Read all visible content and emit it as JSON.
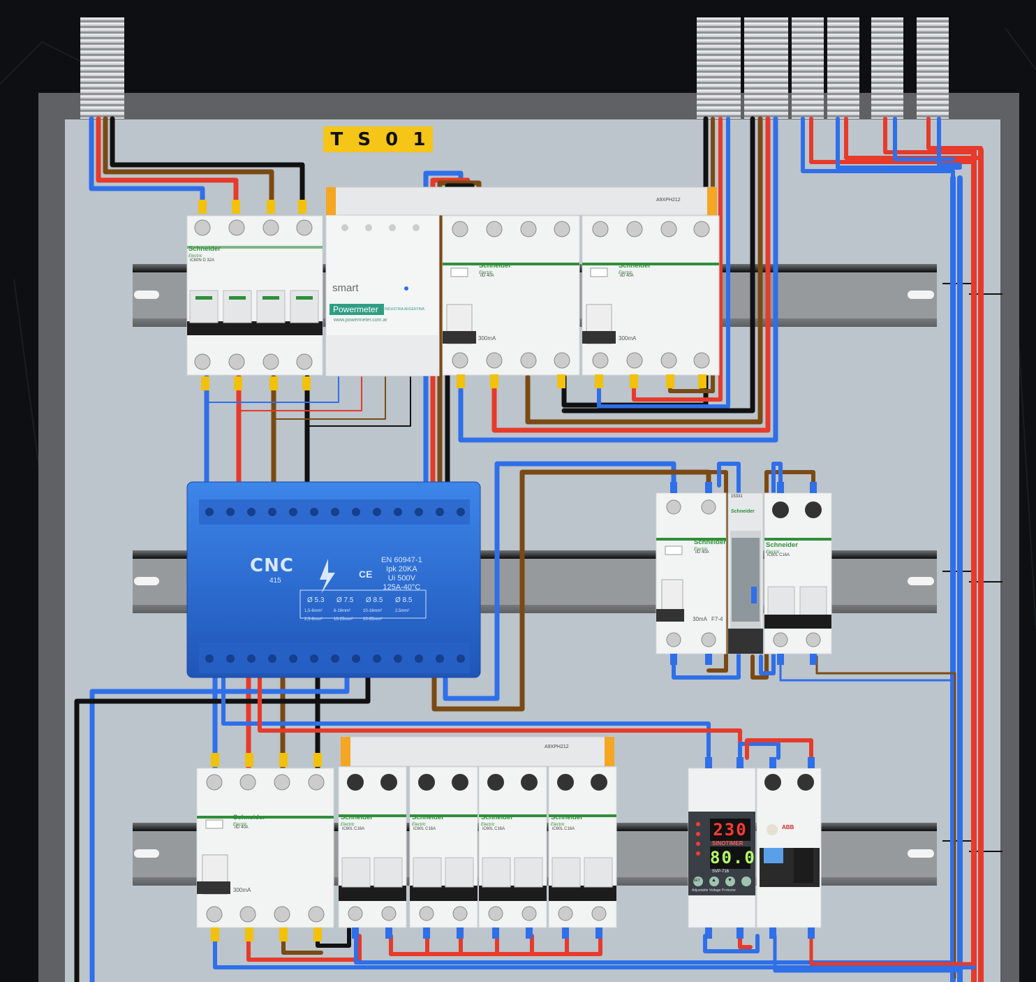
{
  "panel_tag": [
    "T",
    "S",
    "0",
    "1"
  ],
  "colors": {
    "live": "#e63a2b",
    "neutral": "#2f6fe8",
    "phase_brown": "#7a4a14",
    "phase_black": "#111111",
    "enclosure": "#5f6165",
    "backplate": "#bcc4cc",
    "din_rail": "#8a8d90",
    "ferrule": "#f2c10b",
    "cnc_blue": "#2d6fd4",
    "brand_green": "#2f8f3a"
  },
  "row1": {
    "main_breaker": {
      "brand": "Schneider",
      "sub": "Electric",
      "model": "iC60N  D 32A"
    },
    "powermeter": {
      "smart": "smart",
      "name": "Powermeter",
      "origin": "INDUSTRIA ARGENTINA",
      "url": "www.powermeter.com.ar"
    },
    "rcd1": {
      "brand": "Schneider",
      "sub": "Electric",
      "model": "iID  40A",
      "rating": "300mA"
    },
    "rcd2": {
      "brand": "Schneider",
      "sub": "Electric",
      "model": "iID  40A",
      "rating": "300mA"
    },
    "comb_label": "A9XPH212"
  },
  "row2": {
    "distribution_block": {
      "logo": "CNC",
      "code": "415",
      "standard": "EN 60947-1",
      "ipk": "Ipk 20KA",
      "ui": "Ui 500V",
      "rating": "125A-40°C",
      "ce": "CE",
      "diameters": [
        "Ø 5.3",
        "Ø 7.5",
        "Ø 8.5",
        "Ø 8.5"
      ],
      "ranges_top": [
        "1,5-6mm²",
        "6-16mm²",
        "10-16mm²",
        "2,5mm²"
      ],
      "ranges_bottom": [
        "2,5-6mm²",
        "10-25mm²",
        "10-35mm²"
      ]
    },
    "rcd": {
      "brand": "Schneider",
      "sub": "Electric",
      "model": "iID  40A",
      "rating": "30mA",
      "code": "F7-4"
    },
    "timer": {
      "number": "15331",
      "brand": "Schneider"
    },
    "mcb": {
      "brand": "Schneider",
      "sub": "Electric",
      "model": "iC60L  C16A"
    }
  },
  "row3": {
    "rcd": {
      "brand": "Schneider",
      "sub": "Electric",
      "model": "iID  40A",
      "rating": "300mA"
    },
    "mcbs": [
      {
        "brand": "Schneider",
        "sub": "Electric",
        "model": "iC60L  C16A"
      },
      {
        "brand": "Schneider",
        "sub": "Electric",
        "model": "iC60L  C16A"
      },
      {
        "brand": "Schneider",
        "sub": "Electric",
        "model": "iC60L  C16A"
      },
      {
        "brand": "Schneider",
        "sub": "Electric",
        "model": "iC60L  C16A"
      }
    ],
    "comb_label": "A9XPH212",
    "voltage_protector": {
      "voltage": "230",
      "current": "80.0",
      "brand": "SINOTIMER",
      "model": "SVP-716",
      "caption": "Adjustable Voltage Protector",
      "buttons": [
        "SET",
        "▲",
        "▼"
      ]
    },
    "abb": {
      "brand": "ABB"
    }
  }
}
